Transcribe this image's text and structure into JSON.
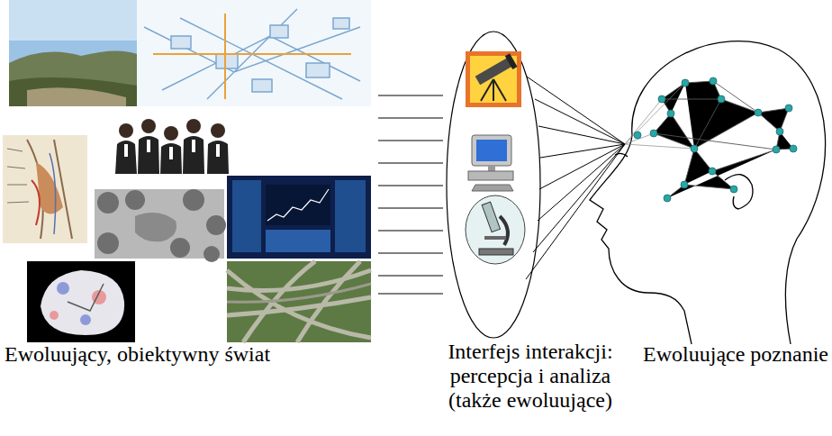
{
  "diagram": {
    "labels": [
      "Ewoluujący, obiektywny świat",
      "Interfejs interakcji: percepcja i analiza (także ewoluujące)",
      "Ewoluujące poznanie"
    ]
  }
}
